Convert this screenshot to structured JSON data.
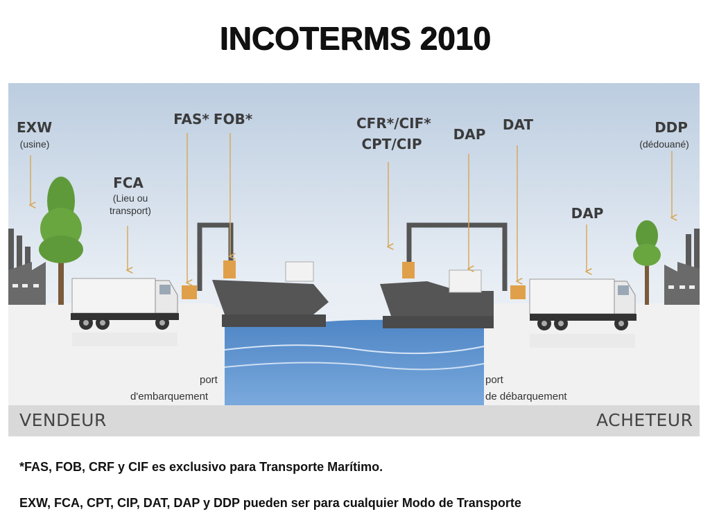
{
  "title": "INCOTERMS 2010",
  "terms": {
    "exw": "EXW",
    "exw_sub": "(usine)",
    "fca": "FCA",
    "fca_sub1": "(Lieu ou",
    "fca_sub2": "transport)",
    "fas": "FAS*",
    "fob": "FOB*",
    "cfr_cif": "CFR*/CIF*",
    "cpt_cip": "CPT/CIP",
    "dap_top": "DAP",
    "dat": "DAT",
    "dap_low": "DAP",
    "ddp": "DDP",
    "ddp_sub": "(dédouané)"
  },
  "ports": {
    "departure_1": "port",
    "departure_2": "d'embarquement",
    "arrival_1": "port",
    "arrival_2": "de débarquement"
  },
  "parties": {
    "seller": "VENDEUR",
    "buyer": "ACHETEUR"
  },
  "notes": {
    "maritime": "*FAS, FOB, CRF y CIF es exclusivo para Transporte Marítimo.",
    "any_mode": "EXW, FCA, CPT, CIP, DAT, DAP y DDP pueden ser para cualquier Modo de Transporte"
  },
  "colors": {
    "sky_top": "#bfcfe0",
    "sky_bottom": "#eef2f6",
    "water": "#5f93cf",
    "ship_hull": "#575757",
    "cargo": "#e0a04a",
    "tree": "#5f9a3a",
    "ground": "#efefef",
    "bottom_band": "#d9d9d9"
  }
}
